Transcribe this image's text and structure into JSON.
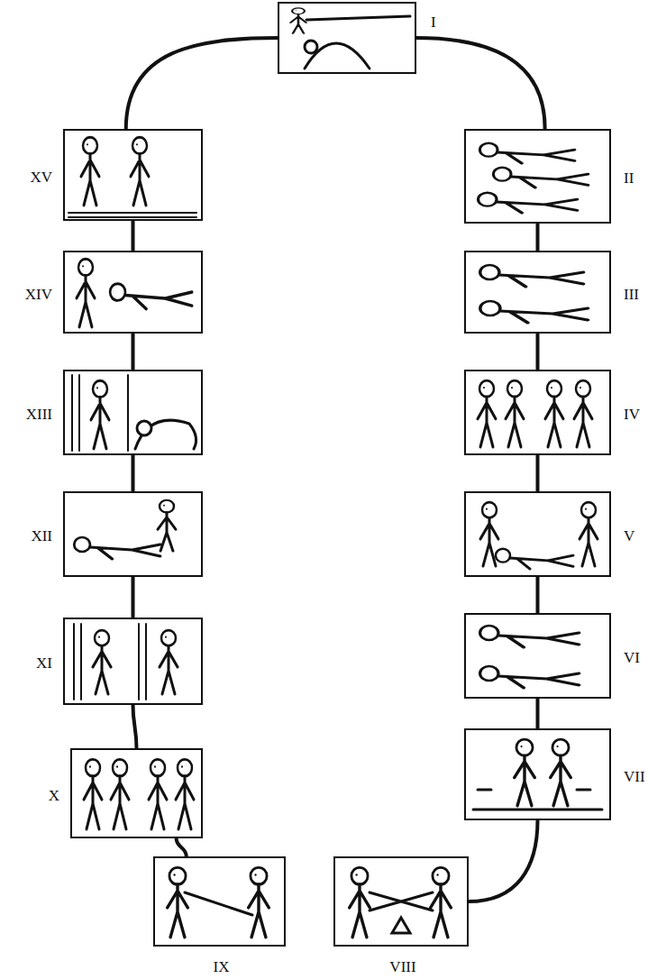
{
  "diagram": {
    "nodes": [
      {
        "text": [
          "I"
        ]
      },
      {
        "text": [
          "II"
        ]
      },
      {
        "text": [
          "III"
        ]
      },
      {
        "text": [
          "IV"
        ]
      },
      {
        "text": [
          "V"
        ]
      },
      {
        "text": [
          "VI"
        ]
      },
      {
        "text": [
          "VII"
        ]
      },
      {
        "text": [
          "VIII"
        ]
      },
      {
        "text": [
          "IX"
        ]
      },
      {
        "text": [
          "X"
        ]
      },
      {
        "text": [
          "XI"
        ]
      },
      {
        "text": [
          "XII"
        ]
      },
      {
        "text": [
          "XIII"
        ]
      },
      {
        "text": [
          "XIV"
        ]
      },
      {
        "text": [
          "XV"
        ]
      }
    ],
    "edges": [
      {
        "from": 0,
        "to": 1,
        "arrow": "none"
      },
      {
        "from": 1,
        "to": 2,
        "arrow": "none"
      },
      {
        "from": 2,
        "to": 3,
        "arrow": "none"
      },
      {
        "from": 3,
        "to": 4,
        "arrow": "none"
      },
      {
        "from": 4,
        "to": 5,
        "arrow": "none"
      },
      {
        "from": 5,
        "to": 6,
        "arrow": "none"
      },
      {
        "from": 6,
        "to": 7,
        "arrow": "none"
      },
      {
        "from": 8,
        "to": 9,
        "arrow": "none"
      },
      {
        "from": 9,
        "to": 10,
        "arrow": "none"
      },
      {
        "from": 10,
        "to": 11,
        "arrow": "none"
      },
      {
        "from": 11,
        "to": 12,
        "arrow": "none"
      },
      {
        "from": 12,
        "to": 13,
        "arrow": "none"
      },
      {
        "from": 13,
        "to": 14,
        "arrow": "none"
      },
      {
        "from": 14,
        "to": 0,
        "arrow": "none"
      }
    ]
  }
}
